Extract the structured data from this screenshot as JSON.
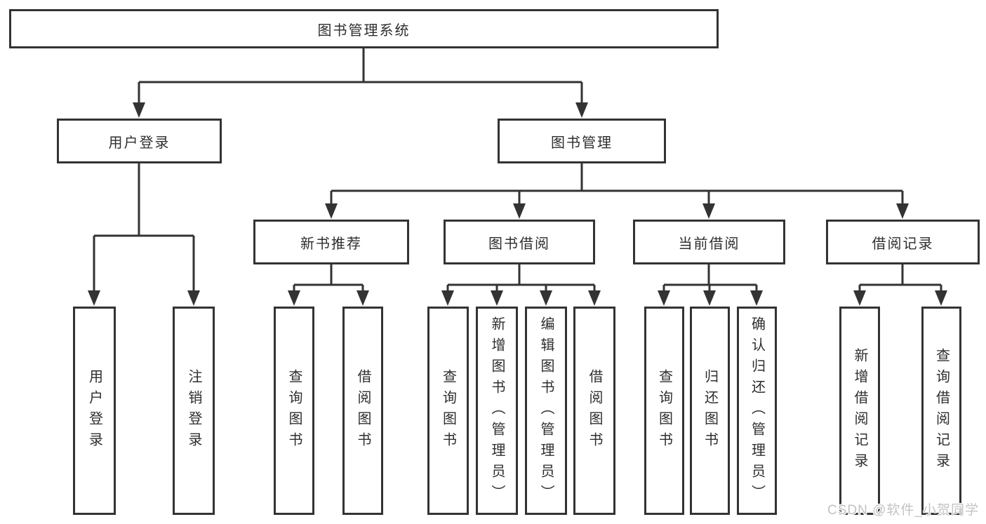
{
  "diagram": {
    "root": {
      "label": "图书管理系统"
    },
    "level1": [
      {
        "label": "用户登录"
      },
      {
        "label": "图书管理"
      }
    ],
    "level2": [
      {
        "label": "新书推荐"
      },
      {
        "label": "图书借阅"
      },
      {
        "label": "当前借阅"
      },
      {
        "label": "借阅记录"
      }
    ],
    "leaves": {
      "user_login": [
        {
          "label": "用户登录"
        },
        {
          "label": "注销登录"
        }
      ],
      "new_book_rec": [
        {
          "label": "查询图书"
        },
        {
          "label": "借阅图书"
        }
      ],
      "book_borrow": [
        {
          "label": "查询图书"
        },
        {
          "label": "新增图书（管理员）"
        },
        {
          "label": "编辑图书（管理员）"
        },
        {
          "label": "借阅图书"
        }
      ],
      "current_borrow": [
        {
          "label": "查询图书"
        },
        {
          "label": "归还图书"
        },
        {
          "label": "确认归还（管理员）"
        }
      ],
      "borrow_records": [
        {
          "label": "新增借阅记录"
        },
        {
          "label": "查询借阅记录"
        }
      ]
    }
  },
  "watermark": {
    "text": "CSDN @软件_小贺同学"
  },
  "colors": {
    "line": "#333333",
    "box_border": "#333333",
    "text": "#2e2e2e",
    "background": "#ffffff",
    "watermark": "#c3c3c3"
  }
}
